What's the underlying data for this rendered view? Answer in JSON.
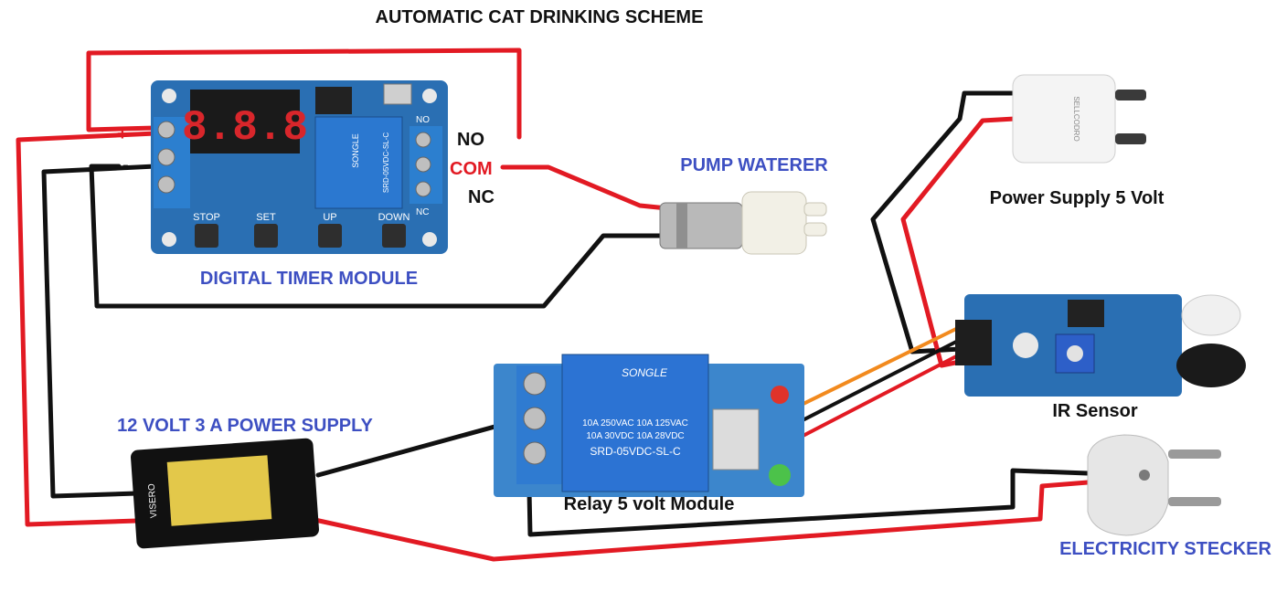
{
  "title": "AUTOMATIC CAT  DRINKING SCHEME",
  "colors": {
    "wire_red": "#e21a23",
    "wire_black": "#111111",
    "wire_orange": "#f28a1e",
    "pcb_blue": "#2a6fb3",
    "label_blue": "#3d4fc2"
  },
  "timer": {
    "label": "DIGITAL TIMER MODULE",
    "display": "8.8.8",
    "plus": "+",
    "minus": "-",
    "terminal_no": "NO",
    "terminal_com": "COM",
    "terminal_nc": "NC",
    "relay_brand": "SONGLE",
    "relay_model": "SRD-05VDC-SL-C",
    "buttons": [
      "STOP",
      "SET",
      "UP",
      "DOWN"
    ],
    "pcb_no": "NO",
    "pcb_nc": "NC"
  },
  "pump": {
    "label": "PUMP WATERER"
  },
  "power_5v": {
    "label": "Power Supply 5 Volt",
    "brand": "SELLCODRO"
  },
  "ir_sensor": {
    "label": "IR Sensor"
  },
  "relay_module": {
    "label": "Relay 5 volt Module",
    "brand": "SONGLE",
    "model": "SRD-05VDC-SL-C",
    "rating1": "10A 250VAC   10A 125VAC",
    "rating2": "10A  30VDC   10A  28VDC"
  },
  "power_12v": {
    "label": "12 VOLT 3 A POWER SUPPLY",
    "brand": "VISERO"
  },
  "plug": {
    "label": "ELECTRICITY STECKER"
  }
}
